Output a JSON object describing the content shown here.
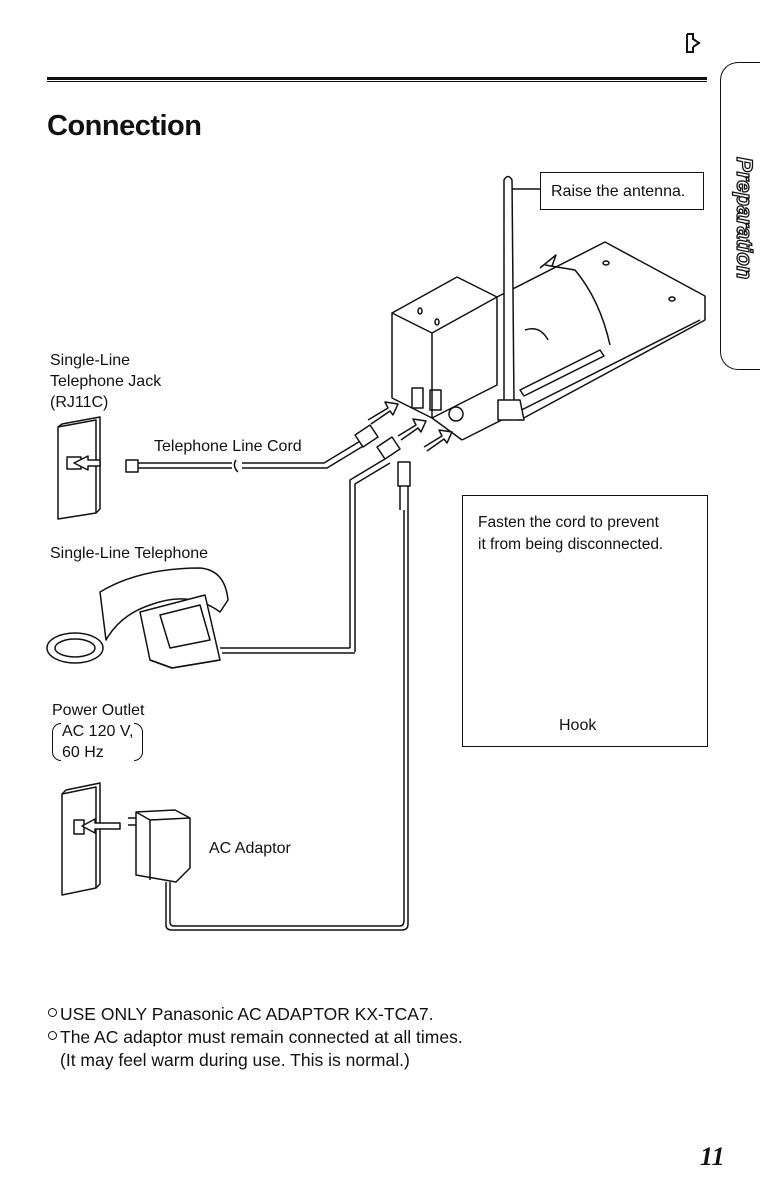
{
  "header": {
    "next_icon": "next-page-arrow-icon",
    "section_tab": "Preparation"
  },
  "page_title": "Connection",
  "diagram": {
    "labels": {
      "telephone_jack": [
        "Single-Line",
        "Telephone Jack",
        "(RJ11C)"
      ],
      "telephone_line_cord": "Telephone Line Cord",
      "single_line_telephone": "Single-Line Telephone",
      "power_outlet": "Power Outlet",
      "power_spec": [
        "AC 120 V,",
        "60 Hz"
      ],
      "ac_adaptor": "AC Adaptor",
      "hook": "Hook"
    },
    "callouts": {
      "antenna": "Raise the antenna.",
      "fasten_cord": [
        "Fasten the cord to prevent",
        "it from being disconnected."
      ]
    }
  },
  "notes": {
    "items": [
      "USE ONLY Panasonic AC ADAPTOR KX-TCA7.",
      "The AC adaptor must remain connected at all times."
    ],
    "continuation": "(It may feel warm during use. This is normal.)"
  },
  "page_number": "11"
}
